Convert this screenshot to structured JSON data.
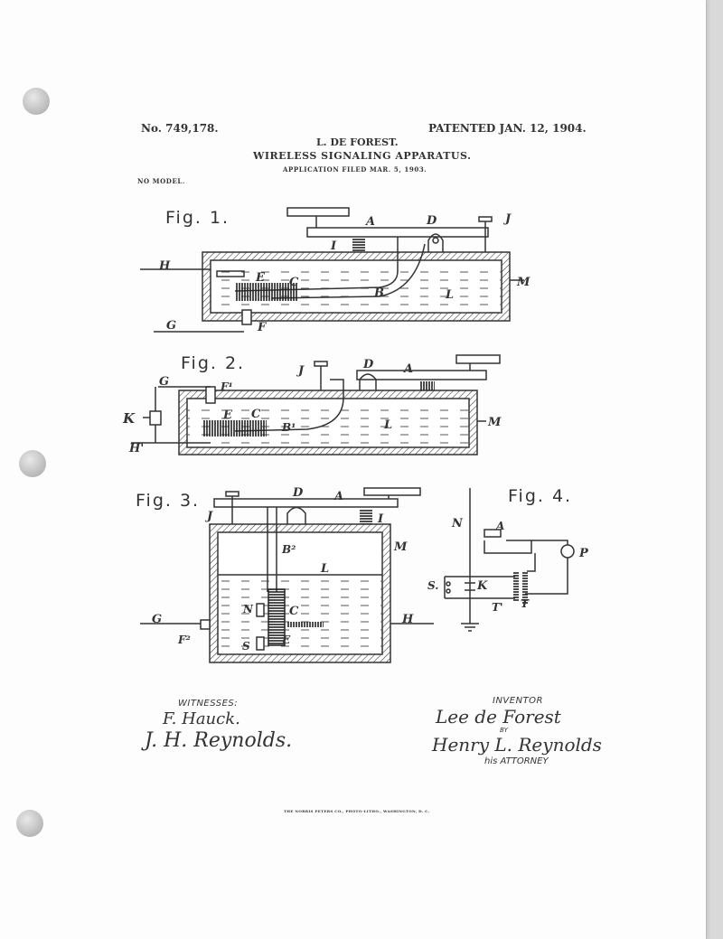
{
  "header": {
    "patent_number": "No. 749,178.",
    "patent_date": "PATENTED JAN. 12, 1904.",
    "inventor_name": "L. DE FOREST.",
    "title": "WIRELESS SIGNALING APPARATUS.",
    "application": "APPLICATION FILED MAR. 5, 1903.",
    "model": "NO MODEL."
  },
  "figures": {
    "fig1": {
      "title": "Fig. 1.",
      "labels": {
        "A": "A",
        "D": "D",
        "J": "J",
        "I": "I",
        "H": "H",
        "E": "E",
        "C": "C",
        "B": "B",
        "L": "L",
        "M": "M",
        "G": "G",
        "F": "F"
      }
    },
    "fig2": {
      "title": "Fig. 2.",
      "labels": {
        "J": "J",
        "D": "D",
        "A": "A",
        "G": "G",
        "F": "F¹",
        "K": "K",
        "E": "E",
        "C": "C",
        "B": "B¹",
        "L": "L",
        "M": "M",
        "H": "H'"
      }
    },
    "fig3": {
      "title": "Fig. 3.",
      "labels": {
        "D": "D",
        "A": "A",
        "J": "J",
        "I": "I",
        "B": "B²",
        "M": "M",
        "L": "L",
        "N": "N",
        "C": "C",
        "G": "G",
        "H": "H",
        "F": "F²",
        "S": "S",
        "E": "E"
      }
    },
    "fig4": {
      "title": "Fig. 4.",
      "labels": {
        "N": "N",
        "A": "A",
        "P": "P",
        "S": "S.",
        "K": "K",
        "T1": "T'",
        "T": "T"
      }
    }
  },
  "signatures": {
    "witnesses_label": "WITNESSES:",
    "witness1": "F. Hauck.",
    "witness2": "J. H. Reynolds.",
    "inventor_label": "INVENTOR",
    "inventor_signature": "Lee de Forest",
    "by": "BY",
    "attorney_signature": "Henry L. Reynolds",
    "attorney_label": "his ATTORNEY"
  },
  "footer": {
    "printer": "THE NORRIS PETERS CO., PHOTO-LITHO., WASHINGTON, D. C."
  }
}
